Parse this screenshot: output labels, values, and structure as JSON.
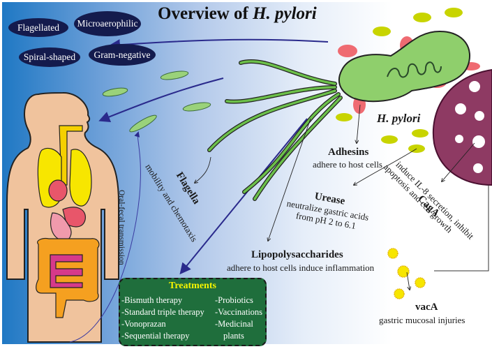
{
  "title": {
    "prefix": "Overview of ",
    "italic": "H. pylori"
  },
  "characteristics": [
    "Flagellated",
    "Microaerophilic",
    "Spiral-shaped",
    "Gram-negative"
  ],
  "bacterium_label": "H. pylori",
  "virulence_factors": {
    "flagella": {
      "name": "Flagella",
      "description": "mobility and chemotaxis"
    },
    "adhesins": {
      "name": "Adhesins",
      "description": "adhere to host cells"
    },
    "urease": {
      "name": "Urease",
      "description_lines": [
        "neutralize gastric acids",
        "from pH 2 to 6.1"
      ]
    },
    "lipopolysaccharides": {
      "name": "Lipopolysaccharides",
      "description": "adhere to host cells induce inflammation"
    },
    "caga": {
      "name": "CagA",
      "description_lines": [
        "induce IL-8 secretion, inhibit",
        "apoptosis and cell growth"
      ]
    },
    "vaca": {
      "name": "vacA",
      "description": "gastric mucosal injuries"
    }
  },
  "transmission_label": "Oral-fecal transmission",
  "treatments": {
    "title": "Treatments",
    "left": [
      "-Bismuth therapy",
      "-Standard triple therapy",
      "-Vonoprazan",
      "-Sequential therapy"
    ],
    "right": [
      "-Probiotics",
      "-Vaccinations",
      "-Medicinal",
      "plants"
    ]
  },
  "colors": {
    "pill": "#141b4d",
    "arrow": "#2a2a8c",
    "bacterium": "#7cc35a",
    "host_cell": "#8e3a63",
    "treatment_box": "#1f6e3c",
    "treatment_title": "#f5f500"
  }
}
